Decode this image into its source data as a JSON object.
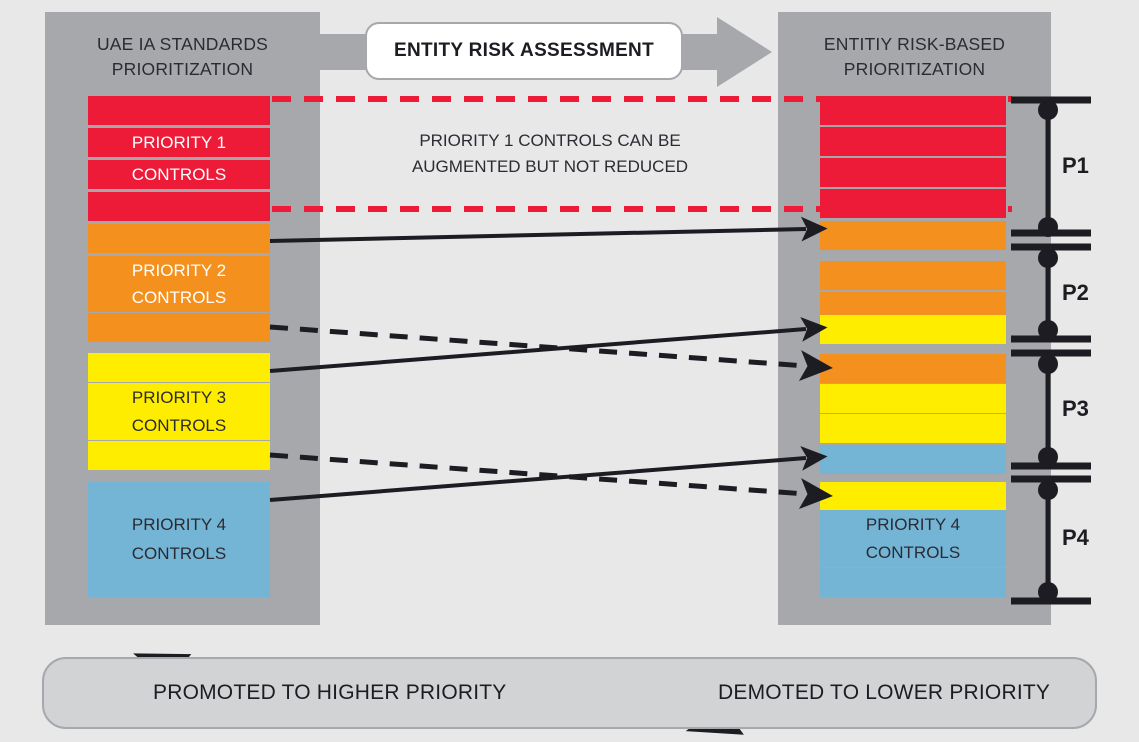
{
  "diagram": {
    "title": "ENTITY RISK ASSESSMENT",
    "center_note": "PRIORITY 1 CONTROLS  CAN BE\nAUGMENTED BUT NOT REDUCED",
    "left_panel": {
      "title": "UAE IA STANDARDS\nPRIORITIZATION",
      "groups": [
        {
          "name": "priority-1",
          "color": "#ed1b38",
          "label": "PRIORITY 1\nCONTROLS",
          "label_line1": "PRIORITY 1",
          "label_line2": "CONTROLS",
          "label_color": "light",
          "bars": [
            "red",
            "red",
            "red",
            "red"
          ]
        },
        {
          "name": "priority-2",
          "color": "#f4911e",
          "label_line1": "PRIORITY 2",
          "label_line2": "CONTROLS",
          "label_color": "light",
          "bars": [
            "orange",
            "orange",
            "orange",
            "orange"
          ]
        },
        {
          "name": "priority-3",
          "color": "#ffed00",
          "label_line1": "PRIORITY 3",
          "label_line2": "CONTROLS",
          "label_color": "dark",
          "bars": [
            "yellow",
            "yellow",
            "yellow",
            "yellow"
          ]
        },
        {
          "name": "priority-4",
          "color": "#74b5d5",
          "label_line1": "PRIORITY 4",
          "label_line2": "CONTROLS",
          "label_color": "dark",
          "bars": [
            "blue",
            "blue",
            "blue",
            "blue"
          ]
        }
      ]
    },
    "right_panel": {
      "title": "ENTITIY RISK-BASED\nPRIORITIZATION",
      "groups": [
        {
          "name": "p1",
          "bracket": "P1",
          "label_line1": "",
          "label_line2": "",
          "label_color": "light",
          "bars": [
            "red",
            "red",
            "red",
            "red",
            "orange"
          ]
        },
        {
          "name": "p2",
          "bracket": "P2",
          "label_line1": "",
          "label_line2": "",
          "label_color": "light",
          "bars": [
            "orange",
            "orange",
            "yellow"
          ]
        },
        {
          "name": "p3",
          "bracket": "P3",
          "label_line1": "",
          "label_line2": "",
          "label_color": "dark",
          "bars": [
            "orange",
            "yellow",
            "yellow",
            "blue"
          ]
        },
        {
          "name": "p4",
          "bracket": "P4",
          "label_line1": "PRIORITY 4",
          "label_line2": "CONTROLS",
          "label_color": "dark",
          "bars": [
            "yellow",
            "blue",
            "blue",
            "blue"
          ]
        }
      ]
    },
    "brackets": [
      "P1",
      "P2",
      "P3",
      "P4"
    ],
    "legend": {
      "promoted": "PROMOTED TO HIGHER PRIORITY",
      "demoted": "DEMOTED TO LOWER PRIORITY"
    },
    "colors": {
      "red": "#ed1b38",
      "orange": "#f4911e",
      "yellow": "#ffed00",
      "blue": "#74b5d5",
      "panel_gray": "#a6a8ab",
      "background": "#e8e8e8",
      "legend_fill": "#d2d3d5",
      "ink": "#1c1c22"
    },
    "transitions": [
      {
        "name": "orange-1-promoted",
        "style": "solid"
      },
      {
        "name": "orange-4-demoted",
        "style": "dashed"
      },
      {
        "name": "yellow-1-promoted",
        "style": "solid"
      },
      {
        "name": "yellow-4-demoted",
        "style": "dashed"
      },
      {
        "name": "blue-1-promoted",
        "style": "solid"
      }
    ]
  }
}
